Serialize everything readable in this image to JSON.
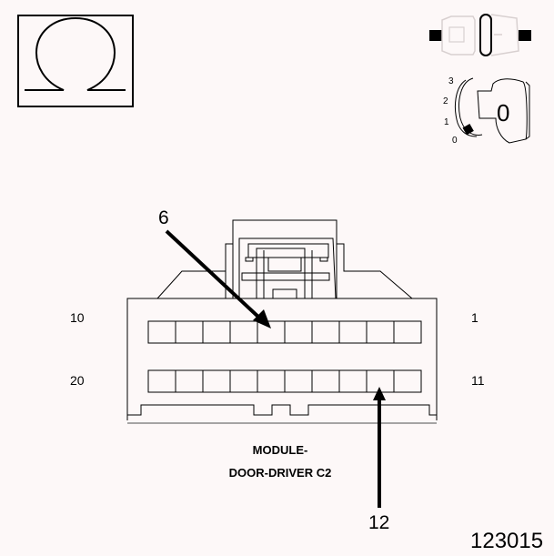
{
  "symbol": {
    "name": "ohm-symbol",
    "glyph": "Ω"
  },
  "ignition_key": {
    "positions": [
      "3",
      "2",
      "1",
      "0"
    ],
    "key_label": "0"
  },
  "connector": {
    "pin_labels": {
      "top_left": "10",
      "top_right": "1",
      "bottom_left": "20",
      "bottom_right": "11"
    },
    "rows": 2,
    "cavities_per_row": 10,
    "callouts": [
      {
        "label": "6",
        "target_pin": 6
      },
      {
        "label": "12",
        "target_pin": 12
      }
    ],
    "caption_line1": "MODULE-",
    "caption_line2": "DOOR-DRIVER C2"
  },
  "figure_id": "123015",
  "colors": {
    "background": "#fdf8f8",
    "line": "#000000",
    "ghost": "#d8d0d0"
  }
}
